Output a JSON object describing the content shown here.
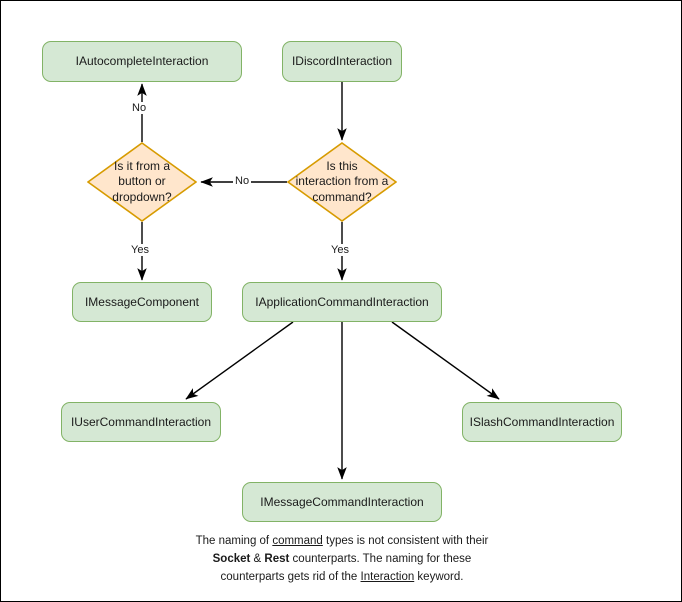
{
  "diagram": {
    "title": "Discord interaction type hierarchy flowchart",
    "colors": {
      "node_fill": "#d5e8d4",
      "node_stroke": "#82b366",
      "decision_fill": "#ffe6cc",
      "decision_stroke": "#d79b00",
      "edge_stroke": "#000000",
      "text": "#1a1a1a",
      "canvas_border": "#000000"
    },
    "nodes": [
      {
        "id": "autocomplete",
        "label": "IAutocompleteInteraction",
        "shape": "rounded-rect"
      },
      {
        "id": "discord",
        "label": "IDiscordInteraction",
        "shape": "rounded-rect"
      },
      {
        "id": "decision_cmd",
        "label": "Is this interaction from a command?",
        "shape": "diamond"
      },
      {
        "id": "decision_btn",
        "label": "Is it from a button or dropdown?",
        "shape": "diamond"
      },
      {
        "id": "msgcomponent",
        "label": "IMessageComponent",
        "shape": "rounded-rect"
      },
      {
        "id": "appcmd",
        "label": "IApplicationCommandInteraction",
        "shape": "rounded-rect"
      },
      {
        "id": "usercmd",
        "label": "IUserCommandInteraction",
        "shape": "rounded-rect"
      },
      {
        "id": "msgcmd",
        "label": "IMessageCommandInteraction",
        "shape": "rounded-rect"
      },
      {
        "id": "slashcmd",
        "label": "ISlashCommandInteraction",
        "shape": "rounded-rect"
      }
    ],
    "decision_lines": {
      "decision_btn": [
        "Is it from a",
        "button or",
        "dropdown?"
      ],
      "decision_cmd": [
        "Is this",
        "interaction from a",
        "command?"
      ]
    },
    "edges": [
      {
        "from": "discord",
        "to": "decision_cmd",
        "label": ""
      },
      {
        "from": "decision_cmd",
        "to": "decision_btn",
        "label": "No"
      },
      {
        "from": "decision_cmd",
        "to": "appcmd",
        "label": "Yes"
      },
      {
        "from": "decision_btn",
        "to": "autocomplete",
        "label": "No"
      },
      {
        "from": "decision_btn",
        "to": "msgcomponent",
        "label": "Yes"
      },
      {
        "from": "appcmd",
        "to": "usercmd",
        "label": ""
      },
      {
        "from": "appcmd",
        "to": "msgcmd",
        "label": ""
      },
      {
        "from": "appcmd",
        "to": "slashcmd",
        "label": ""
      }
    ],
    "edge_labels": {
      "no_upper": "No",
      "no_middle": "No",
      "yes_left": "Yes",
      "yes_right": "Yes"
    },
    "caption": {
      "line1_a": "The naming of ",
      "line1_u": "command",
      "line1_b": " types is not consistent with their",
      "line2_a": " ",
      "line2_b1": "Socket",
      "line2_mid": " & ",
      "line2_b2": "Rest",
      "line2_c": " counterparts. The naming for these",
      "line3_a": "counterparts gets rid of the ",
      "line3_u": "Interaction",
      "line3_b": " keyword."
    }
  }
}
